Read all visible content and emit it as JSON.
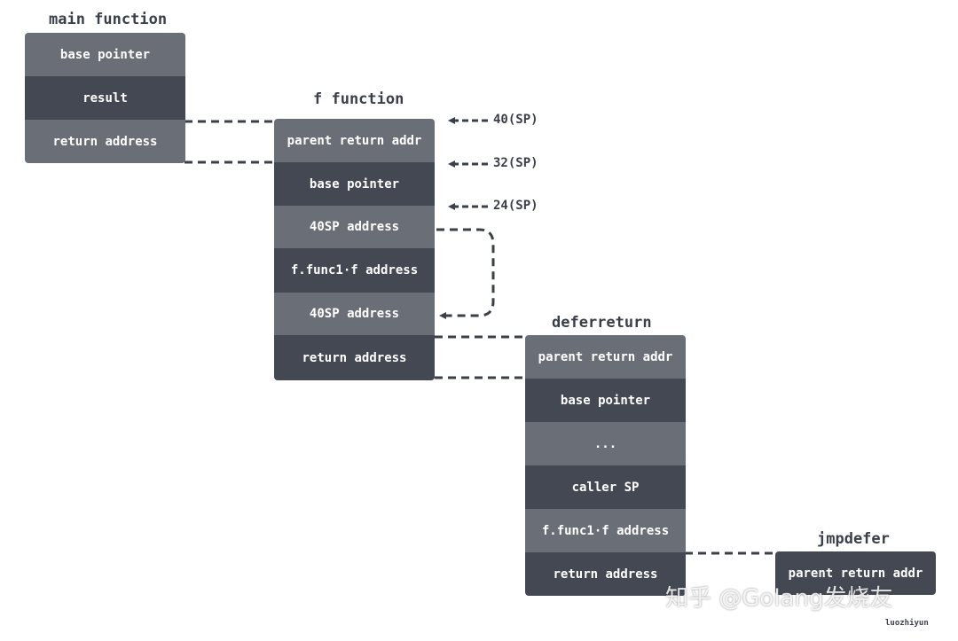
{
  "frames": {
    "main": {
      "title": "main function",
      "cells": [
        "base pointer",
        "result",
        "return address"
      ]
    },
    "f": {
      "title": "f function",
      "cells": [
        "parent return addr",
        "base pointer",
        "40SP address",
        "f.func1·f address",
        "40SP address",
        "return address"
      ]
    },
    "deferreturn": {
      "title": "deferreturn",
      "cells": [
        "parent return addr",
        "base pointer",
        "...",
        "caller SP",
        "f.func1·f address",
        "return address"
      ]
    },
    "jmpdefer": {
      "title": "jmpdefer",
      "cells": [
        "parent return addr"
      ]
    }
  },
  "sp_markers": [
    "40(SP)",
    "32(SP)",
    "24(SP)"
  ],
  "watermark": "知乎 @Golang发烧友",
  "credit": "luozhiyun",
  "colors": {
    "cell_light": "#6a6e76",
    "cell_dark": "#434852",
    "text": "#3a3f4a",
    "dash": "#3a3f4a"
  }
}
